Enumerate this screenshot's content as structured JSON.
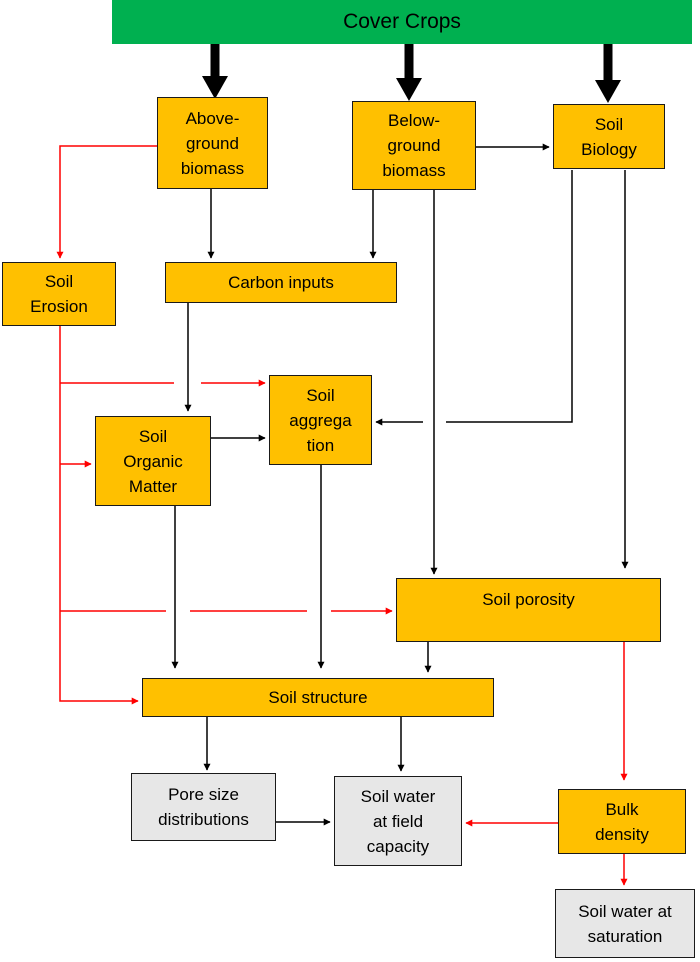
{
  "header": {
    "label": "Cover Crops",
    "color": "#00b050"
  },
  "colors": {
    "box_fill": "#ffc000",
    "outcome_fill": "#e7e7e7",
    "black_arrow": "#000000",
    "red_arrow": "#ff0000"
  },
  "nodes": {
    "above_ground_biomass": "Above-\nground\nbiomass",
    "below_ground_biomass": "Below-\nground\nbiomass",
    "soil_biology": "Soil\nBiology",
    "soil_erosion": "Soil\nErosion",
    "carbon_inputs": "Carbon inputs",
    "soil_aggregation": "Soil\naggrega\ntion",
    "soil_organic_matter": "Soil\nOrganic\nMatter",
    "soil_porosity": "Soil porosity",
    "soil_structure": "Soil structure",
    "pore_size_distributions": "Pore size\ndistributions",
    "soil_water_field_capacity": "Soil water\nat field\ncapacity",
    "bulk_density": "Bulk\ndensity",
    "soil_water_saturation": "Soil water at\nsaturation"
  }
}
